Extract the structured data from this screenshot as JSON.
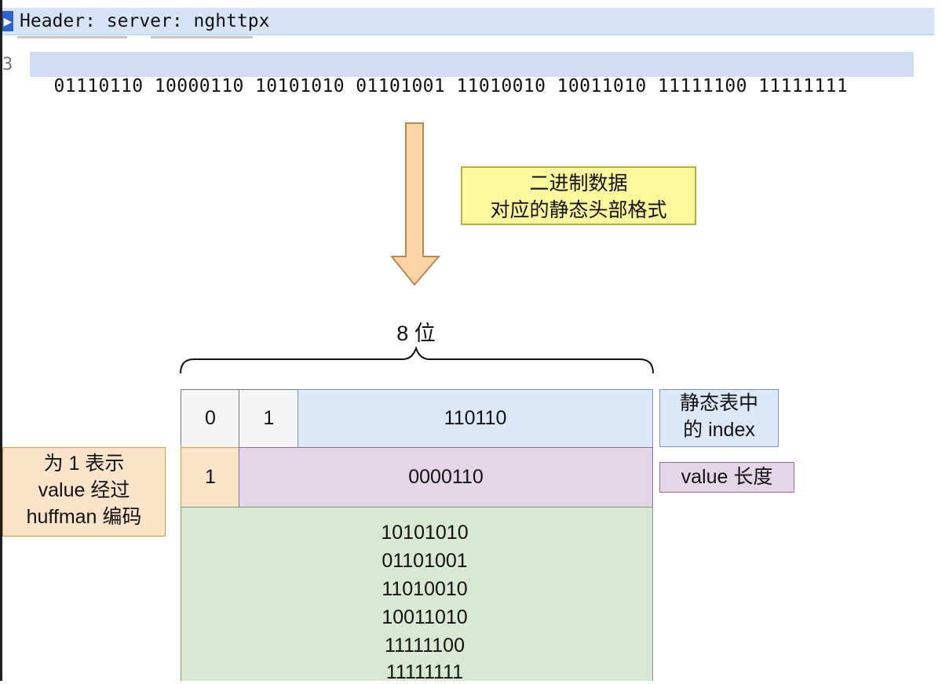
{
  "capture": {
    "expander_icon": "triangle-right",
    "header_line": "Header: server: nghttpx",
    "offset_glyph": "3",
    "bits": [
      "01110110",
      "10000110",
      "10101010",
      "01101001",
      "11010010",
      "10011010",
      "11111100",
      "11111111"
    ]
  },
  "note": {
    "line1": "二进制数据",
    "line2": "对应的静态头部格式"
  },
  "width_label": "8 位",
  "rows": {
    "row1": {
      "bit0": "0",
      "bit1": "1",
      "index_bits": "110110"
    },
    "row2": {
      "huffman_bit": "1",
      "length_bits": "0000110"
    },
    "value_bytes": [
      "10101010",
      "01101001",
      "11010010",
      "10011010",
      "11111100",
      "11111111"
    ]
  },
  "labels": {
    "index_line1": "静态表中",
    "index_line2": "的 index",
    "length": "value 长度",
    "huffman_line1": "为 1 表示",
    "huffman_line2": "value 经过",
    "huffman_line3": "huffman 编码"
  },
  "colors": {
    "arrow_fill": "#fbd3a4",
    "arrow_stroke": "#b38a52",
    "note_fill": "#fdf89f",
    "index_fill": "#dce7f7",
    "huffman_fill": "#fbe4c9",
    "length_fill": "#e4d5e7",
    "value_fill": "#d8e8d3"
  }
}
